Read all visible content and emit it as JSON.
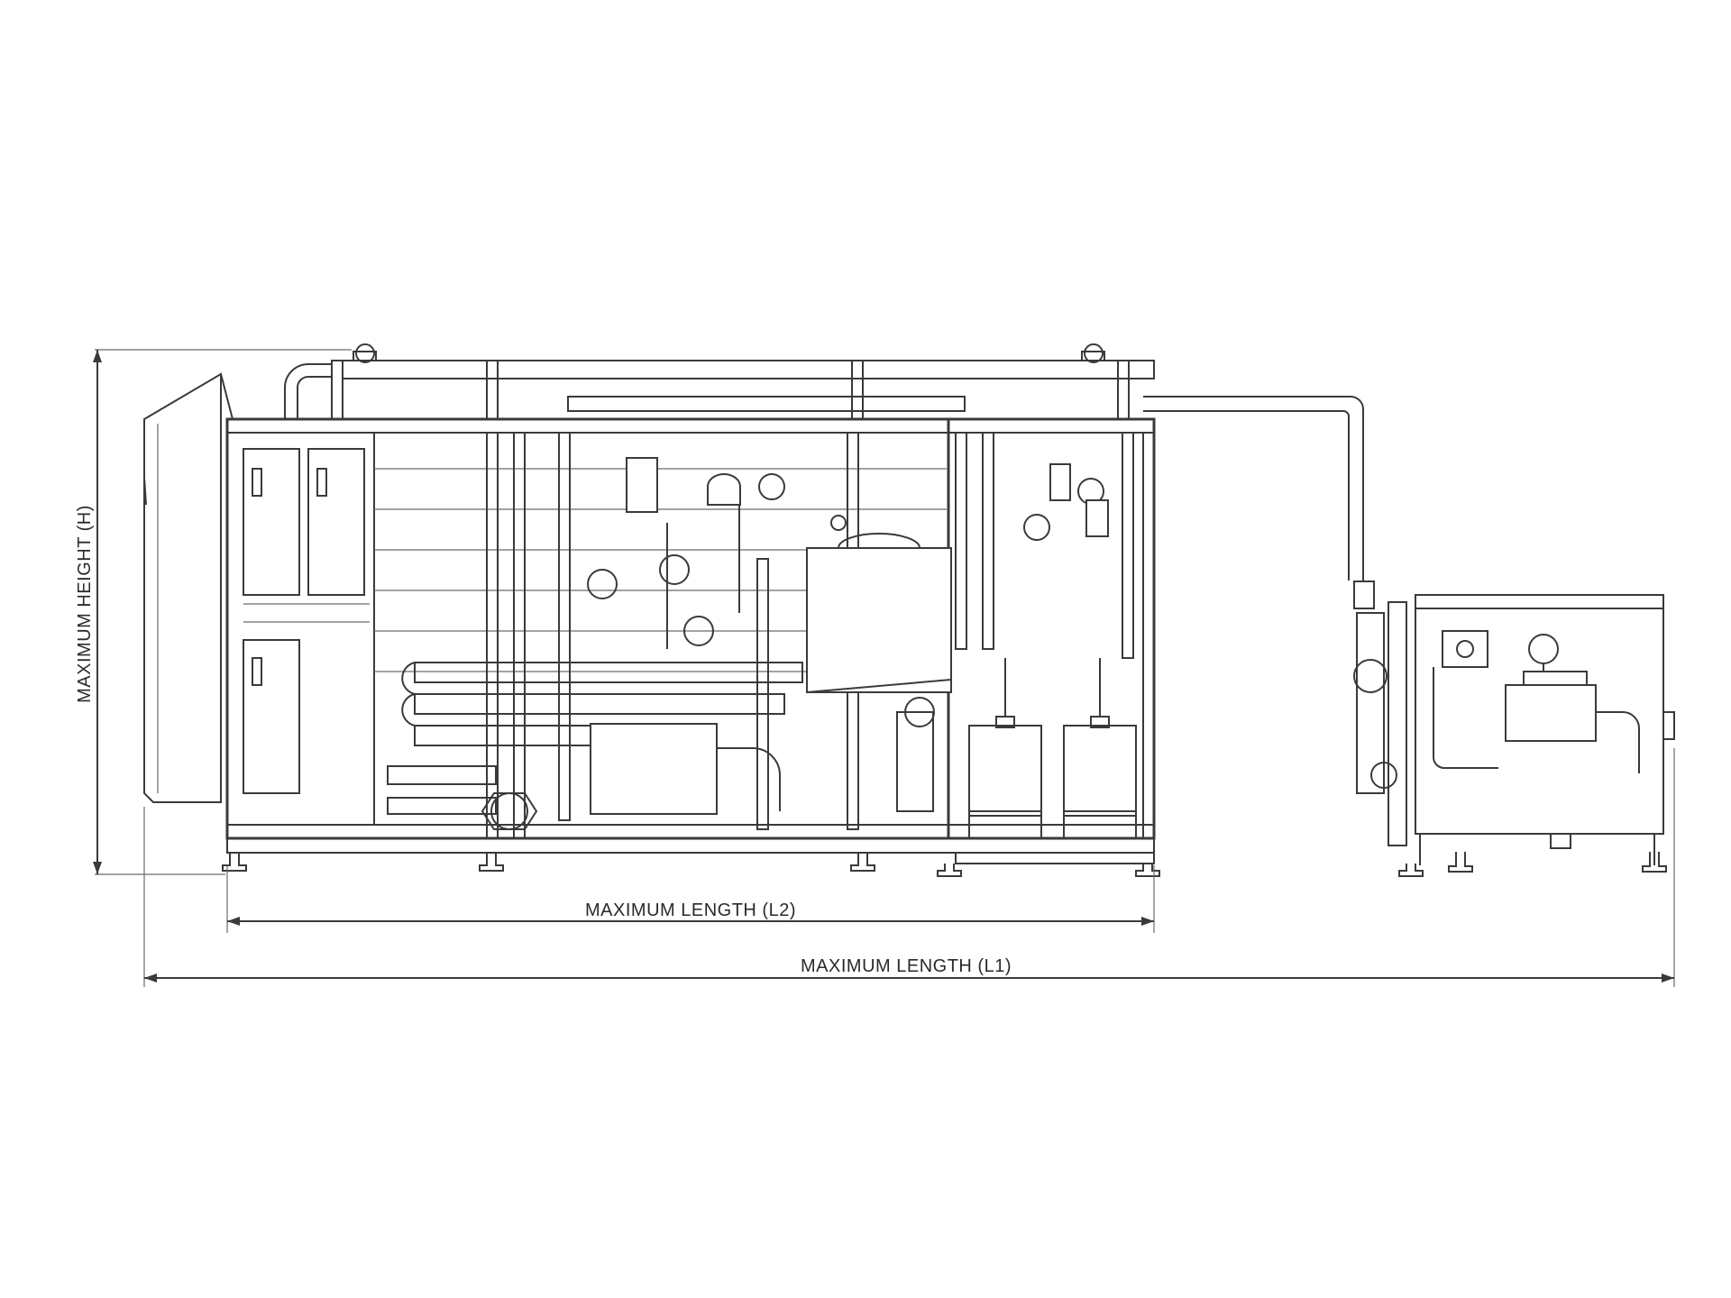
{
  "dimensions": {
    "height_label": "MAXIMUM HEIGHT (H)",
    "length_l2_label": "MAXIMUM LENGTH (L2)",
    "length_l1_label": "MAXIMUM LENGTH (L1)"
  }
}
